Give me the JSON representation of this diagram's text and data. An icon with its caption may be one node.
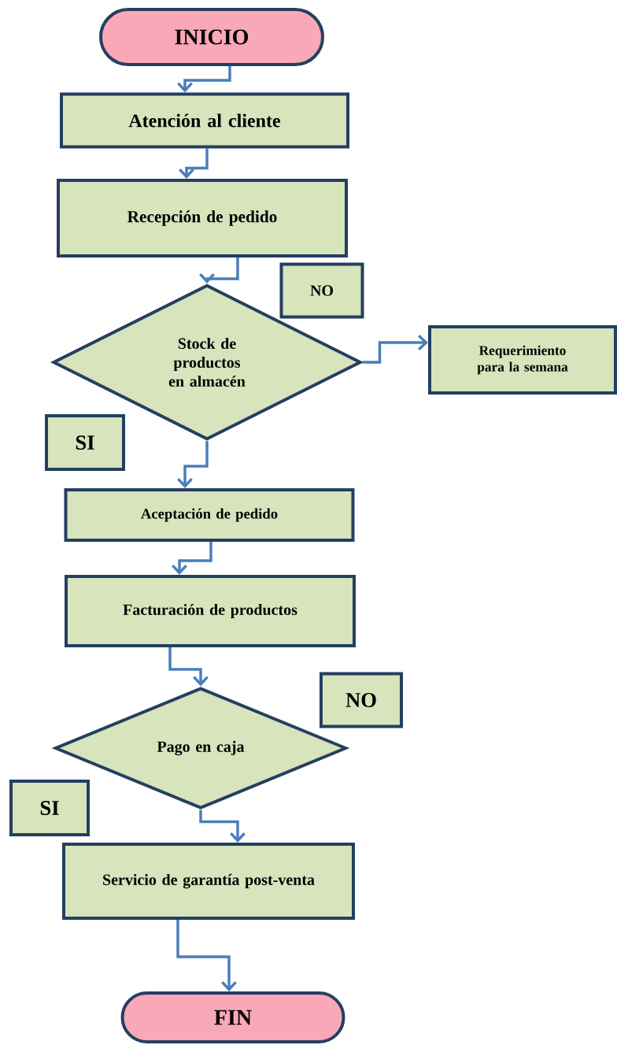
{
  "diagram": {
    "nodes": [
      {
        "text": [
          "INICIO"
        ]
      },
      {
        "text": [
          "Atención al cliente"
        ]
      },
      {
        "text": [
          "Recepción de pedido"
        ]
      },
      {
        "text": [
          "NO"
        ]
      },
      {
        "text": [
          "Stock de productos en almacén"
        ]
      },
      {
        "text": [
          "Requerimiento para la semana"
        ]
      },
      {
        "text": [
          "SI"
        ]
      },
      {
        "text": [
          "Aceptación de pedido"
        ]
      },
      {
        "text": [
          "Facturación de productos"
        ]
      },
      {
        "text": [
          "NO"
        ]
      },
      {
        "text": [
          "Pago en caja"
        ]
      },
      {
        "text": [
          "SI"
        ]
      },
      {
        "text": [
          "Servicio de garantía post-venta"
        ]
      },
      {
        "text": [
          "FIN"
        ]
      }
    ],
    "edges": [
      {
        "from": 0,
        "to": 1,
        "arrow": "to"
      },
      {
        "from": 1,
        "to": 2,
        "arrow": "to"
      },
      {
        "from": 2,
        "to": 4,
        "arrow": "to"
      },
      {
        "from": 4,
        "to": 5,
        "arrow": "to"
      },
      {
        "from": 4,
        "to": 7,
        "arrow": "to"
      },
      {
        "from": 7,
        "to": 8,
        "arrow": "to"
      },
      {
        "from": 8,
        "to": 10,
        "arrow": "to"
      },
      {
        "from": 10,
        "to": 12,
        "arrow": "to"
      },
      {
        "from": 12,
        "to": 13,
        "arrow": "to"
      }
    ]
  }
}
